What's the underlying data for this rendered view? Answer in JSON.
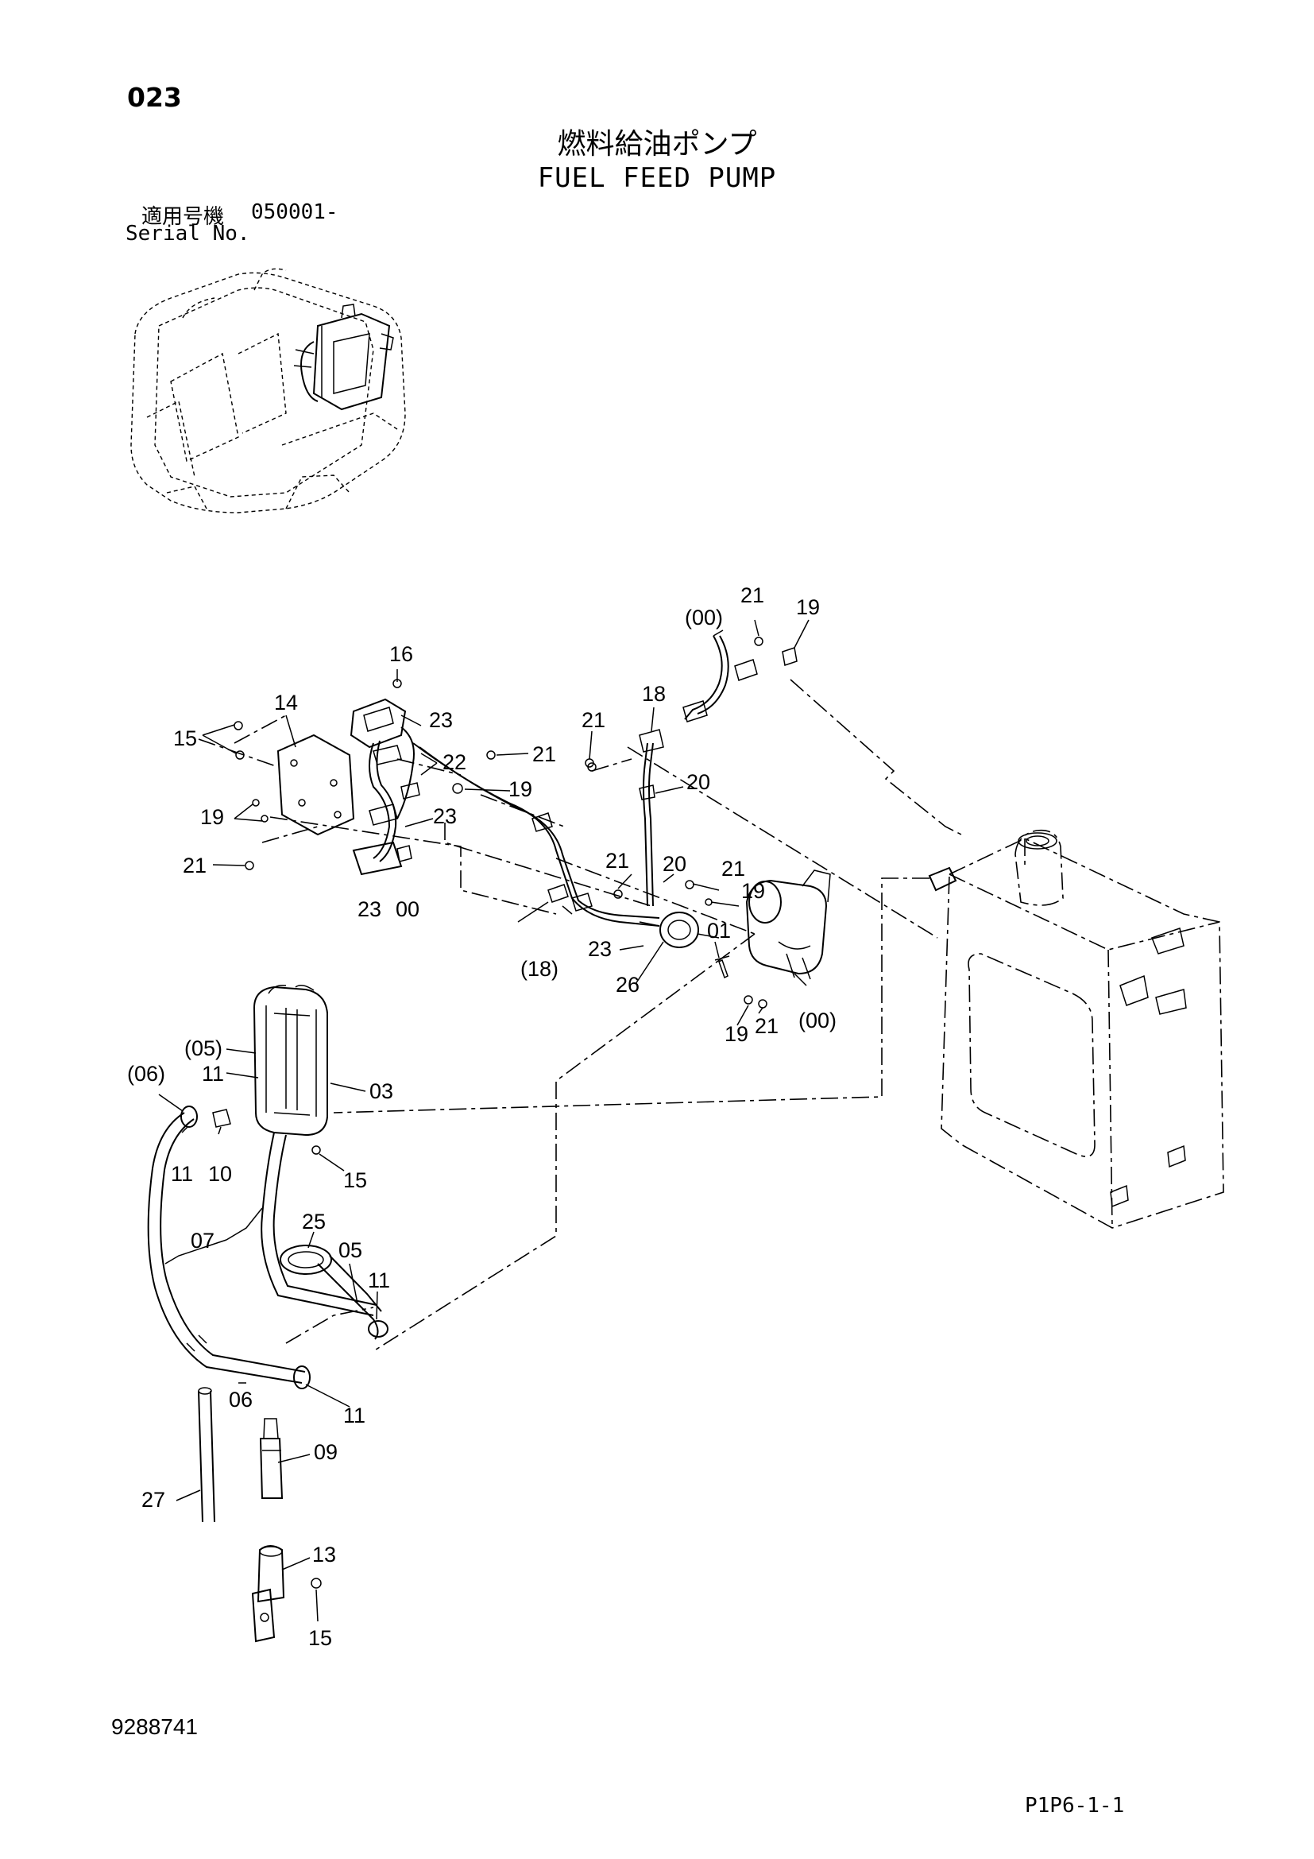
{
  "header": {
    "page_number": "023",
    "title_jp": "燃料給油ポンプ",
    "title_en": "FUEL FEED PUMP",
    "serial_label_jp": "適用号機",
    "serial_value": "050001-",
    "serial_label_en": "Serial No."
  },
  "footer": {
    "document_number": "9288741",
    "page_code": "P1P6-1-1"
  },
  "callouts": [
    "16",
    "14",
    "23",
    "15",
    "22",
    "21",
    "19",
    "23",
    "19",
    "21",
    "23",
    "00",
    "(00)",
    "21",
    "19",
    "18",
    "21",
    "20",
    "21",
    "20",
    "21",
    "19",
    "23",
    "(18)",
    "01",
    "26",
    "21",
    "19",
    "(00)",
    "(05)",
    "11",
    "03",
    "(06)",
    "11",
    "10",
    "15",
    "25",
    "07",
    "05",
    "11",
    "06",
    "11",
    "09",
    "27",
    "13",
    "15"
  ]
}
